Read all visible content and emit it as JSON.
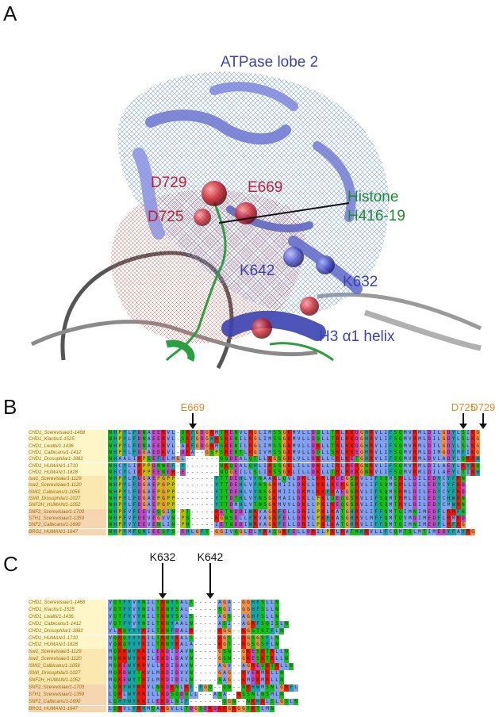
{
  "panels": {
    "a": {
      "letter": "A",
      "labels": {
        "lobe": "ATPase lobe 2",
        "d729": "D729",
        "e669": "E669",
        "d725": "D725",
        "histone_1": "Histone",
        "histone_2": "H416-19",
        "k642": "K642",
        "k632": "K632",
        "helix": "H3 α1 helix"
      },
      "colors": {
        "blue": "#3a43b0",
        "red": "#c8202a",
        "green": "#1f8a2e"
      }
    },
    "b": {
      "letter": "B",
      "markers": [
        {
          "label": "E669",
          "col": 17
        },
        {
          "label": "D725",
          "col": 73
        },
        {
          "label": "D729",
          "col": 77
        }
      ]
    },
    "c": {
      "letter": "C",
      "markers": [
        {
          "label": "K632",
          "col": 11
        },
        {
          "label": "K642",
          "col": 21
        }
      ]
    }
  },
  "sequence_names": [
    "CHD1_Scerevisiae/1-1468",
    "CHD1_Klactis/1-1525",
    "CHD1_Lwaltii/1-1436",
    "CHD1_Calbicans/1-1412",
    "CHD1_Drosophila/1-1882",
    "CHD1_HUMAN/1-1710",
    "CHD2_HUMAN/1-1828",
    "Isw1_Scerevisiae/1-1129",
    "Isw2_Scerevisiae/1-1120",
    "ISW2_Calbicans/1-1056",
    "ISWI_Drosophila/1-1027",
    "SNF2H_HUMAN/1-1052",
    "SNF2_Scerevisiae/1-1703",
    "STH1_Scerevisiae/1-1359",
    "SNF2_Calbicans/1-1690",
    "BRG1_HUMAN/1-1647"
  ],
  "alignment_b": [
    "NHPYLFDNAEERVL-QKFGDGKMTRENVLRGLIMSSGKMVLLDQLLTRLKKDGHRVLIFSQMVRMLDILGDYLSIKG",
    "NHPYLFDNAEERVL-SKFGDGHKSRENILRGLIMSSGKMVLLDQLLTRLKKDGHRVLIFSQMVRMLDILGDYLSLKG",
    "NHPYLFDNAEERVL-AKFGDGRMSRENILRGLIMSSGKMVLLDKLLTRLKKDGHRVLIFSQMVRMLDILGDYLSLKG",
    "NHPYLFDGAEDKVL-DKA--GSPSRENTLKGIVMSSGKMVLLDQLLSRLRKEGHRVLIFSQMVRMLDIMGDYMFIKG",
    "NHAALIRPSEFELMGL-------QQDEALQTLLKGSGKLVLLDKLLCRLKETGHRVLIFSQMVRMLDVLADYLQKRH",
    "NHCYLIKPPDNNEF-Y-------NKQEALQHLIRSSGKLILLDKLLIRLRERGNRVLIFSQMVRMLDILAEYLKYRQ",
    "NHCYLIKPPEENER-E-------NQGEILLSLIRSSGKLILLDKLLTRLRERGNRVLIFSQMVRMLDILAEYLTIKH",
    "NHPYLFDGAEPGPP--------YTTDEHLVYNAAKLQVLDKLLKKLKEEGSRVLIFSQMSRLLDILEDYCYFRN",
    "NHPYLFDGAEPGPP--------YTTDEHLVFNSGKMIILDKLLKKLKEKGSRVLIFSQMSRLLDILEDYCYFRD",
    "NHPYLFDGAEPGPP--------YTTDEHLVYNSGKMIILDKMLKKFKAEGSRVLIFSQMSRMLDILEDYCYFRD",
    "NHPYLFDGAEPGPP--------YTTDTHLVYNSGKMAILDKLLPKLQEQGSRVLIFSQMTRMLDILEDYCHWRN",
    "NHPYLFDGAEPGPP--------YTTDMHLVTNSGKMVVLDKLLPKLKEQGSRVLIFSQMTRVLDILEDYCMWRN",
    "NHPFVFEEVEQGIN-PT-----RETNDDIWRVAGKFELLDRILPKLKATGHRVLIFFQMTQIMNIMEDFLRRFN",
    "NHPFVFDEVEGVVN-PS-----RGNSDLLFRVAGKFELLDRVLPKFKASGHRVLMFFQMTQVMDIMEDFLRMKD",
    "NHPFVYEEVENLIN-PN-----IETNDDIWRVAGKFELLDRILPKLKATGHRVLIFFQMTQIMNIMEDFLRFRG",
    "NHPYMFQHIEESFS-EHLGFT-GGIVQGLDLYRASGKFELLDRILPKLRATNHKVLLFCQMTSLMTIMEDYFAYRG"
  ],
  "alignment_c": [
    "VQTFYVYNILTKNYSALT-----AGA--GGHFSLLN",
    "VQTFYVYNILTKNYSAL------SGI--GGHFSLLN",
    "VQTFYVYNILTKNYSALS-----AGS--AGHFSLLN",
    "VQTFYVYNILTKNYAALN-----ASI--AGRFSQISLN",
    "VLKQYYYKILTKNFDALR-----KGG--KGSTSTFLN",
    "VQKQYYYKILTRNYKALS-----KGS--RGSGSFLN",
    "VQKQYYYKILTRNYKALA-----KGT--RGSGSFLN",
    "MQKKWYKKILEKDIDAVN-----GSN--GKESKTRLLN",
    "MQKKWYKKILEKDLDAVN-----GSN--GKESKTRLLN",
    "MQKEWYKRVLLKDIDAVN-----AGV--AGRESKTRLLN",
    "MQRDWYTKVLMKDIDVVN-----GAG--KVEKMRLLN",
    "MQKEWYTRILMKDIDILN-----SAG--KMDKMRLLN",
    "LQRYWYKRVLNKDKNLKF-FGQ--QN--NKHWMSNLGRFLN",
    "LQRLWYRRILLKDSQDNLL---AQA--KSSNLNSMLN",
    "LQHYWYKKILEKDLNIF-------QGN--NKHRLSLGSLN",
    "LQRVLYRHMQAKGVLLTDGSEKDKKGKGGTKTLMN"
  ],
  "conservation_colors": {
    "hydrophobic": "#80a0f0",
    "positive": "#f01505",
    "negative": "#c048c0",
    "polar": "#15c015",
    "glycine": "#f09048",
    "proline": "#c0c000",
    "aromatic": "#15a4a4"
  }
}
